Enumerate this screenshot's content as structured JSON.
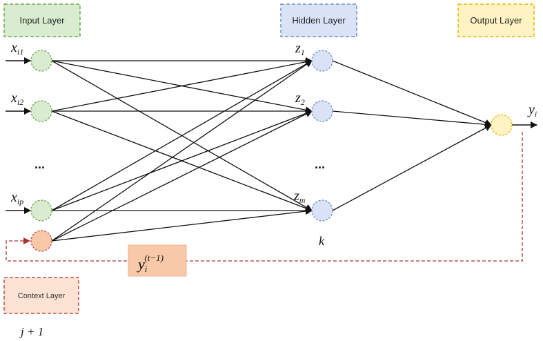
{
  "layers": {
    "input": "Input Layer",
    "hidden": "Hidden Layer",
    "output": "Output Layer",
    "context": "Context Layer"
  },
  "input_nodes": [
    {
      "base": "x",
      "sub": "i1"
    },
    {
      "base": "x",
      "sub": "i2"
    },
    {
      "base": "x",
      "sub": "ip"
    }
  ],
  "hidden_nodes": [
    {
      "base": "z",
      "sub": "1"
    },
    {
      "base": "z",
      "sub": "2"
    },
    {
      "base": "z",
      "sub": "m"
    }
  ],
  "output_node": {
    "base": "y",
    "sub": "i"
  },
  "feedback_label": {
    "base": "y",
    "sub": "i",
    "sup": "(t−1)"
  },
  "ellipsis": "...",
  "k_label": "k",
  "iteration_label": "j + 1",
  "colors": {
    "input_fill": "#d9ecd0",
    "input_stroke": "#6aa84f",
    "hidden_fill": "#dae3f6",
    "hidden_stroke": "#6d8fd4",
    "output_fill": "#fff3c4",
    "output_stroke": "#e6b800",
    "context_fill": "#f8c9a8",
    "context_stroke": "#c0504d",
    "feedback_line": "#a83232"
  }
}
